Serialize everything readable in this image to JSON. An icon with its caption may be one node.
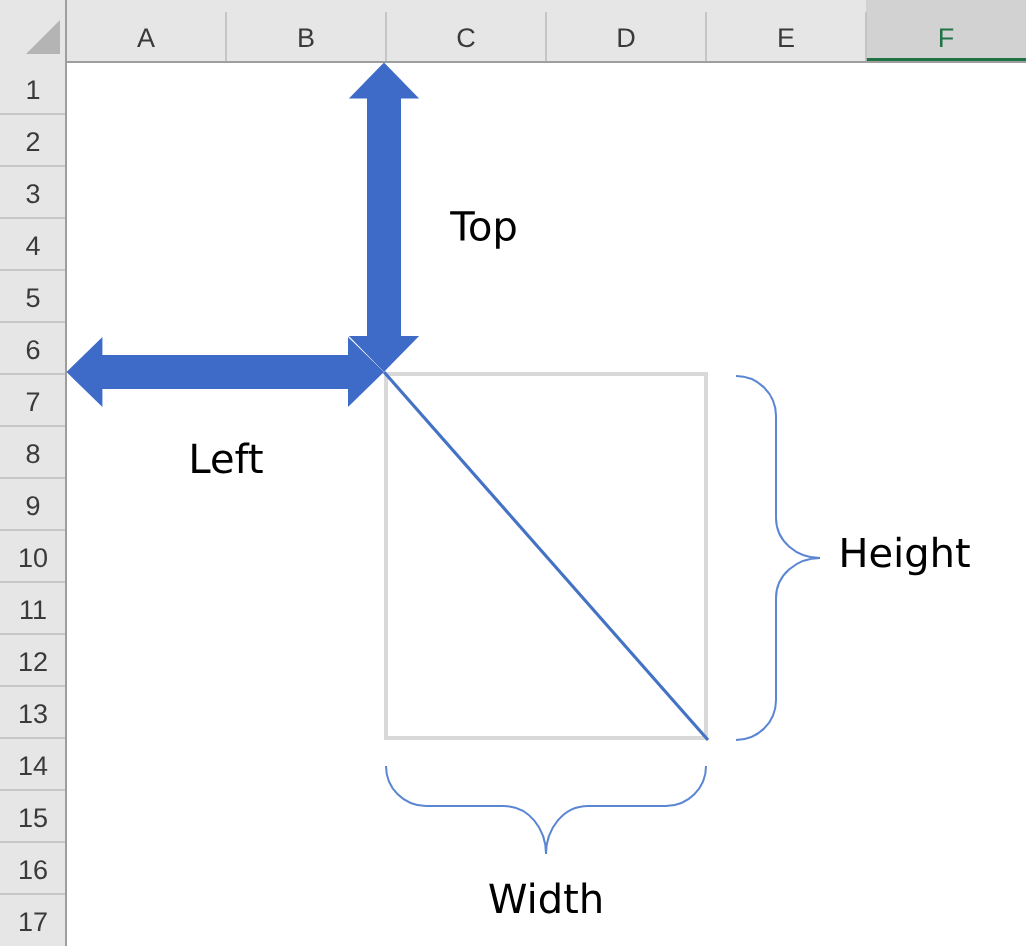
{
  "diagram": {
    "nodes": [
      {
        "text": [
          "A",
          "B",
          "C",
          "D",
          "E",
          "F"
        ]
      },
      {
        "text": [
          "1",
          "2",
          "3",
          "4",
          "5",
          "6",
          "7",
          "8",
          "9",
          "10",
          "11",
          "12",
          "13",
          "14",
          "15",
          "16",
          "17"
        ]
      },
      {
        "text": [],
        "shape": "box"
      }
    ],
    "edges": [
      {
        "from": 0,
        "to": 2,
        "arrow": "both",
        "label": "Top"
      },
      {
        "from": 1,
        "to": 2,
        "arrow": "both",
        "label": "Left"
      }
    ],
    "labels": [
      "Height",
      "Width"
    ]
  }
}
